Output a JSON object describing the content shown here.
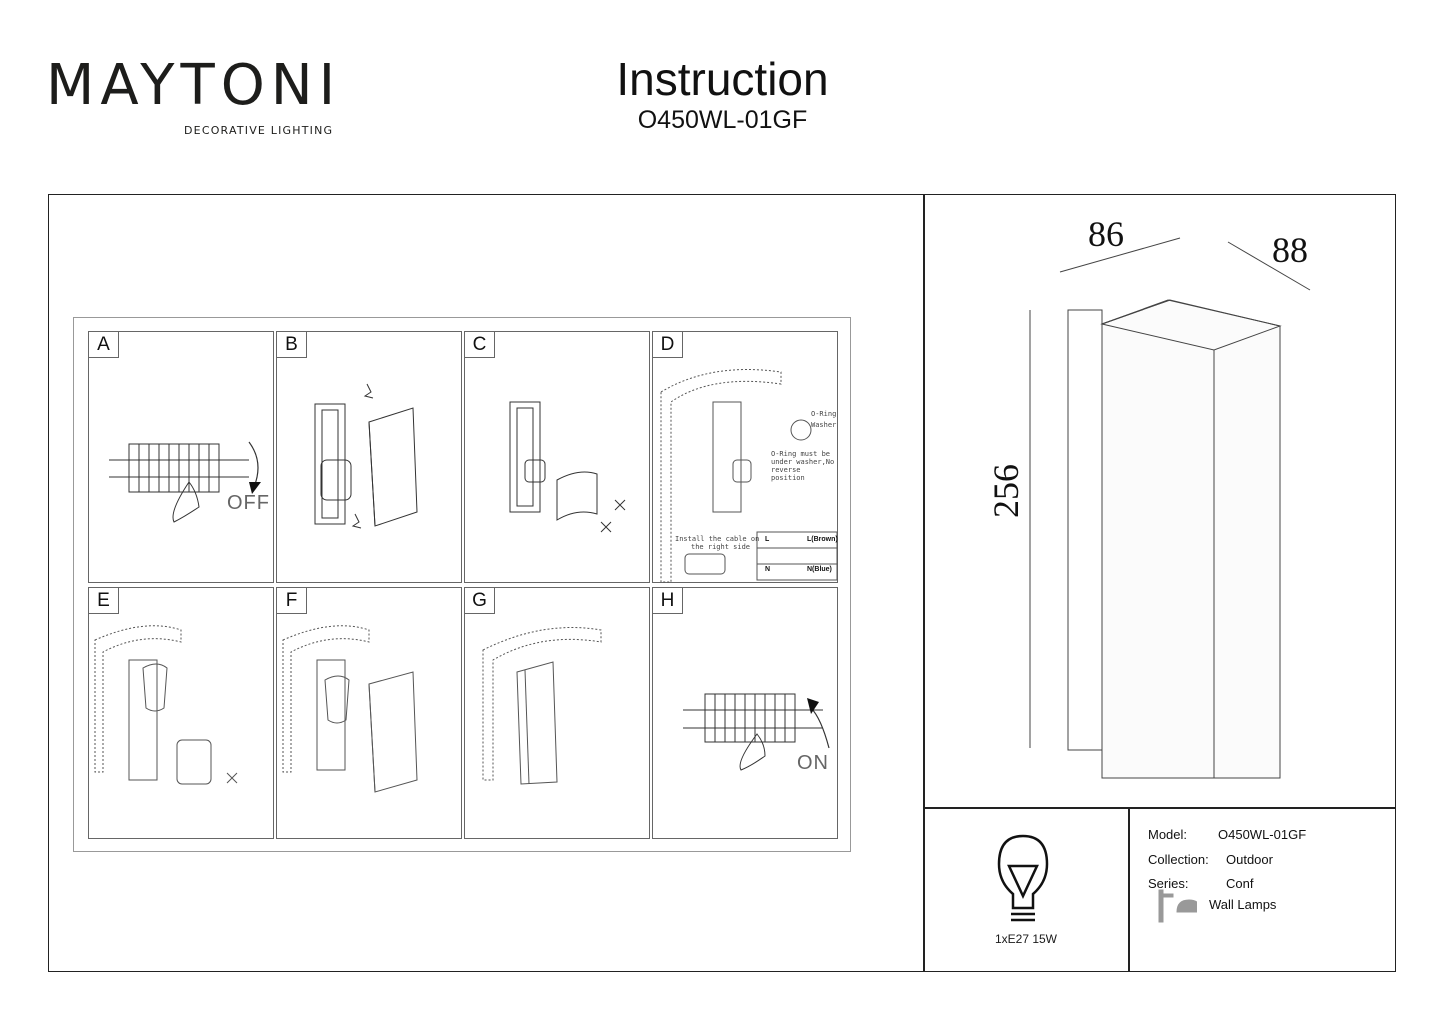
{
  "brand": {
    "name": "MAYTONI",
    "tagline": "DECORATIVE LIGHTING",
    "dot_color": "#7a2f7f"
  },
  "header": {
    "title": "Instruction",
    "model_code": "O450WL-01GF"
  },
  "steps": [
    {
      "letter": "A",
      "switch_label": "OFF"
    },
    {
      "letter": "B"
    },
    {
      "letter": "C"
    },
    {
      "letter": "D",
      "o_ring": "O-Ring",
      "washer": "Washer",
      "note_line1": "O-Ring must be",
      "note_line2": "under washer,No",
      "note_line3": "reverse position",
      "cable_line1": "Install the cable on",
      "cable_line2": "the right side",
      "live": "L",
      "neutral": "N",
      "live_wire": "L(Brown)",
      "neutral_wire": "N(Blue)"
    },
    {
      "letter": "E"
    },
    {
      "letter": "F"
    },
    {
      "letter": "G"
    },
    {
      "letter": "H",
      "switch_label": "ON"
    }
  ],
  "dimensions": {
    "width": "86",
    "depth": "88",
    "height": "256"
  },
  "bulb": {
    "label": "1xE27 15W",
    "icon": "bulb-icon"
  },
  "specs": {
    "model_label": "Model:",
    "model_value": "O450WL-01GF",
    "collection_label": "Collection:",
    "collection_value": "Outdoor",
    "series_label": "Series:",
    "series_value": "Conf",
    "type_value": "Wall Lamps",
    "type_icon": "wall-lamp-icon"
  }
}
